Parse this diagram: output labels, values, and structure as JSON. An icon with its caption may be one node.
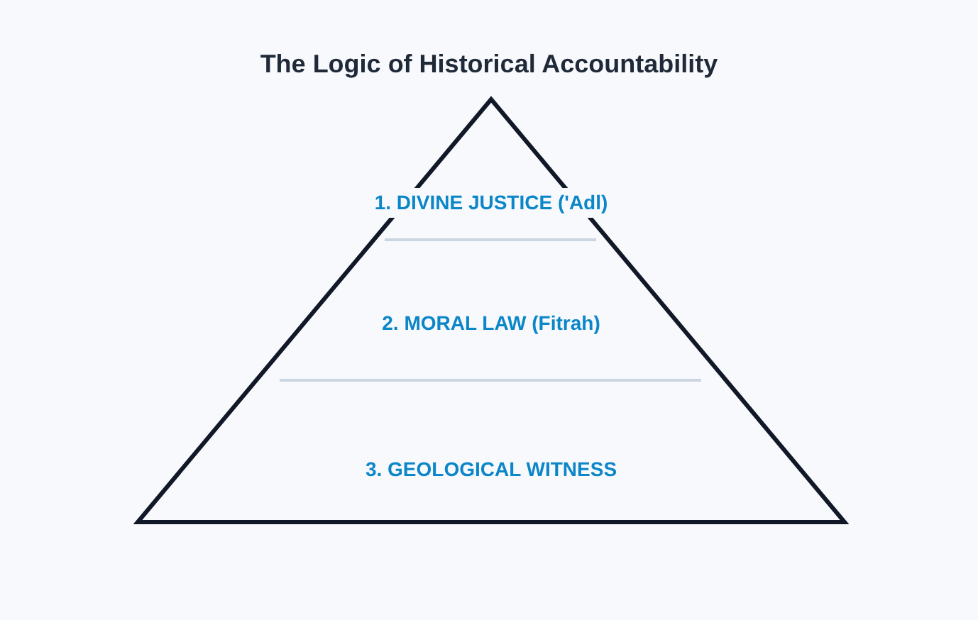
{
  "diagram": {
    "title": "The Logic of Historical Accountability",
    "nodes": [
      {
        "text": [],
        "shape": "triangle"
      },
      {
        "text": [
          "1. DIVINE JUSTICE ('Adl)"
        ],
        "in": 0
      },
      {
        "text": [
          "2. MORAL LAW (Fitrah)"
        ],
        "in": 0
      },
      {
        "text": [
          "3. GEOLOGICAL WITNESS"
        ],
        "in": 0
      }
    ]
  }
}
